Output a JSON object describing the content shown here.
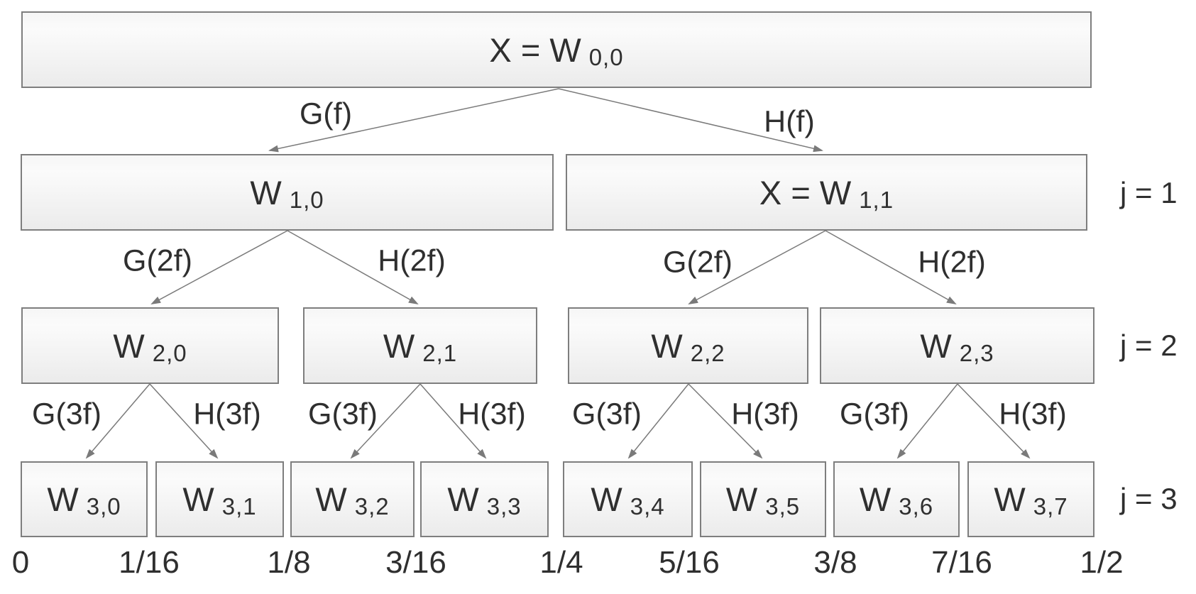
{
  "nodes": {
    "root": {
      "main": "X = W",
      "sub": "0,0"
    },
    "level1": [
      {
        "main": "W",
        "sub": "1,0"
      },
      {
        "main": "X = W",
        "sub": "1,1"
      }
    ],
    "level2": [
      {
        "main": "W",
        "sub": "2,0"
      },
      {
        "main": "W",
        "sub": "2,1"
      },
      {
        "main": "W",
        "sub": "2,2"
      },
      {
        "main": "W",
        "sub": "2,3"
      }
    ],
    "level3": [
      {
        "main": "W",
        "sub": "3,0"
      },
      {
        "main": "W",
        "sub": "3,1"
      },
      {
        "main": "W",
        "sub": "3,2"
      },
      {
        "main": "W",
        "sub": "3,3"
      },
      {
        "main": "W",
        "sub": "3,4"
      },
      {
        "main": "W",
        "sub": "3,5"
      },
      {
        "main": "W",
        "sub": "3,6"
      },
      {
        "main": "W",
        "sub": "3,7"
      }
    ]
  },
  "branches": {
    "g1": "G(f)",
    "h1": "H(f)",
    "g2": "G(2f)",
    "h2": "H(2f)",
    "g3": "G(3f)",
    "h3": "H(3f)"
  },
  "level_labels": [
    "j = 1",
    "j = 2",
    "j = 3"
  ],
  "axis": {
    "labels": [
      "0",
      "1/16",
      "1/8",
      "3/16",
      "1/4",
      "5/16",
      "3/8",
      "7/16",
      "1/2"
    ]
  },
  "colors": {
    "background": "#ffffff",
    "box_border": "#7e7e7e",
    "box_fill_top": "#f6f6f6",
    "box_fill_bottom": "#ebebeb",
    "text": "#2f2f2f",
    "arrow": "#7a7a7a"
  }
}
